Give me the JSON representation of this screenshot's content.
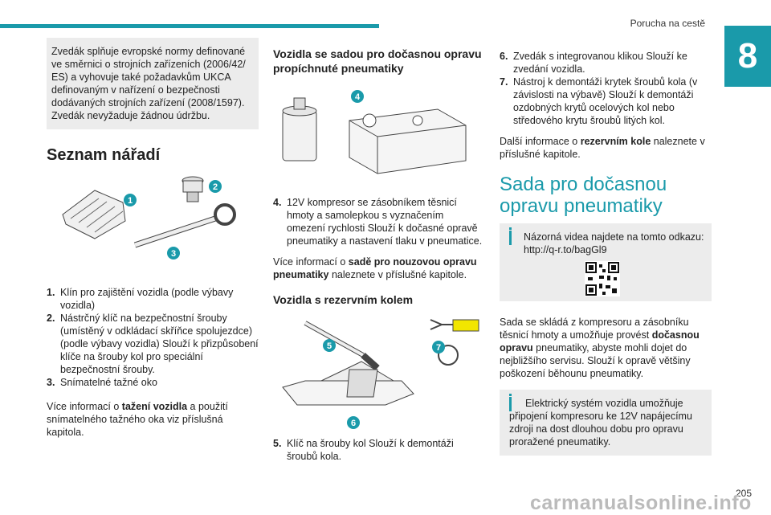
{
  "header": {
    "title": "Porucha na cestě",
    "chapter": "8",
    "page_number": "205"
  },
  "col1": {
    "note": "Zvedák splňuje evropské normy definované ve směrnici o strojních zařízeních (2006/42/ ES) a vyhovuje také požadavkům UKCA definovaným v nařízení o bezpečnosti dodávaných strojních zařízení (2008/1597). Zvedák nevyžaduje žádnou údržbu.",
    "heading": "Seznam nářadí",
    "badges": [
      "1",
      "2",
      "3"
    ],
    "items": [
      {
        "num": "1.",
        "text": "Klín pro zajištění vozidla (podle výbavy vozidla)"
      },
      {
        "num": "2.",
        "text": "Nástrčný klíč na bezpečnostní šrouby (umístěný v odkládací skříňce spolujezdce) (podle výbavy vozidla) Slouží k přizpůsobení klíče na šrouby kol pro speciální bezpečnostní šrouby."
      },
      {
        "num": "3.",
        "text": "Snímatelné tažné oko"
      }
    ],
    "para_pre": "Více informací o ",
    "para_bold": "tažení vozidla",
    "para_post": " a použití snímatelného tažného oka viz příslušná kapitola."
  },
  "col2": {
    "heading1": "Vozidla se sadou pro dočasnou opravu propíchnuté pneumatiky",
    "badge4": "4",
    "item4_num": "4.",
    "item4_text": "12V kompresor se zásobníkem těsnicí hmoty a samolepkou s vyznačením omezení rychlosti Slouží k dočasné opravě pneumatiky a nastavení tlaku v pneumatice.",
    "para_pre": "Více informací o ",
    "para_bold": "sadě pro nouzovou opravu pneumatiky",
    "para_post": " naleznete v příslušné kapitole.",
    "heading2": "Vozidla s rezervním kolem",
    "badges": [
      "5",
      "6",
      "7"
    ],
    "item5_num": "5.",
    "item5_text": "Klíč na šrouby kol Slouží k demontáži šroubů kola."
  },
  "col3": {
    "items": [
      {
        "num": "6.",
        "text": "Zvedák s integrovanou klikou Slouží ke zvedání vozidla."
      },
      {
        "num": "7.",
        "text": "Nástroj k demontáži krytek šroubů kola (v závislosti na výbavě) Slouží k demontáži ozdobných krytů ocelových kol nebo středového krytu šroubů litých kol."
      }
    ],
    "para1_pre": "Další informace o ",
    "para1_bold": "rezervním kole",
    "para1_post": " naleznete v příslušné kapitole.",
    "heading": "Sada pro dočasnou opravu pneumatiky",
    "info1": "Názorná videa najdete na tomto odkazu: http://q-r.to/bagGl9",
    "para2_pre": "Sada se skládá z kompresoru a zásobníku těsnicí hmoty a umožňuje provést ",
    "para2_bold": "dočasnou opravu",
    "para2_post": " pneumatiky, abyste mohli dojet do nejbližšího servisu. Slouží k opravě většiny poškození běhounu pneumatiky.",
    "info2": "Elektrický systém vozidla umožňuje připojení kompresoru ke 12V napájecímu zdroji na dost dlouhou dobu pro opravu proražené pneumatiky."
  },
  "watermark": "carmanualsonline.info",
  "colors": {
    "accent": "#1a9aaa",
    "note_bg": "#ececec"
  },
  "icons": [
    "info-icon",
    "qr-code-icon"
  ]
}
